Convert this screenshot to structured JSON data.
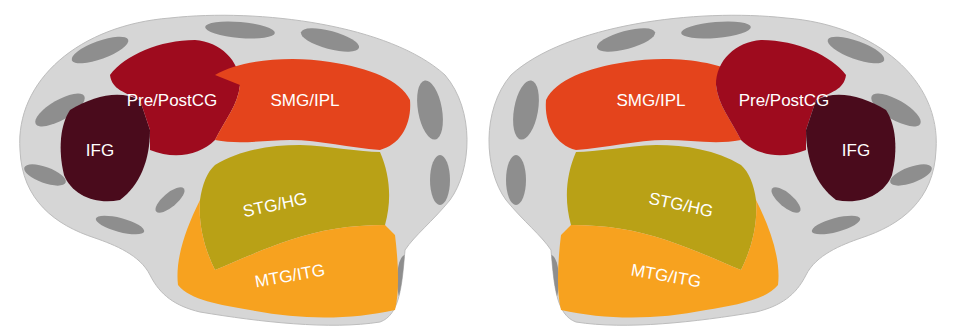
{
  "diagram": {
    "nodes": [
      {
        "text": [
          "IFG"
        ]
      },
      {
        "text": [
          "Pre/PostCG"
        ]
      },
      {
        "text": [
          "SMG/IPL"
        ]
      },
      {
        "text": [
          "STG/HG"
        ]
      },
      {
        "text": [
          "MTG/ITG"
        ]
      },
      {
        "text": [
          "SMG/IPL"
        ]
      },
      {
        "text": [
          "Pre/PostCG"
        ]
      },
      {
        "text": [
          "IFG"
        ]
      },
      {
        "text": [
          "STG/HG"
        ]
      },
      {
        "text": [
          "MTG/ITG"
        ]
      }
    ]
  }
}
